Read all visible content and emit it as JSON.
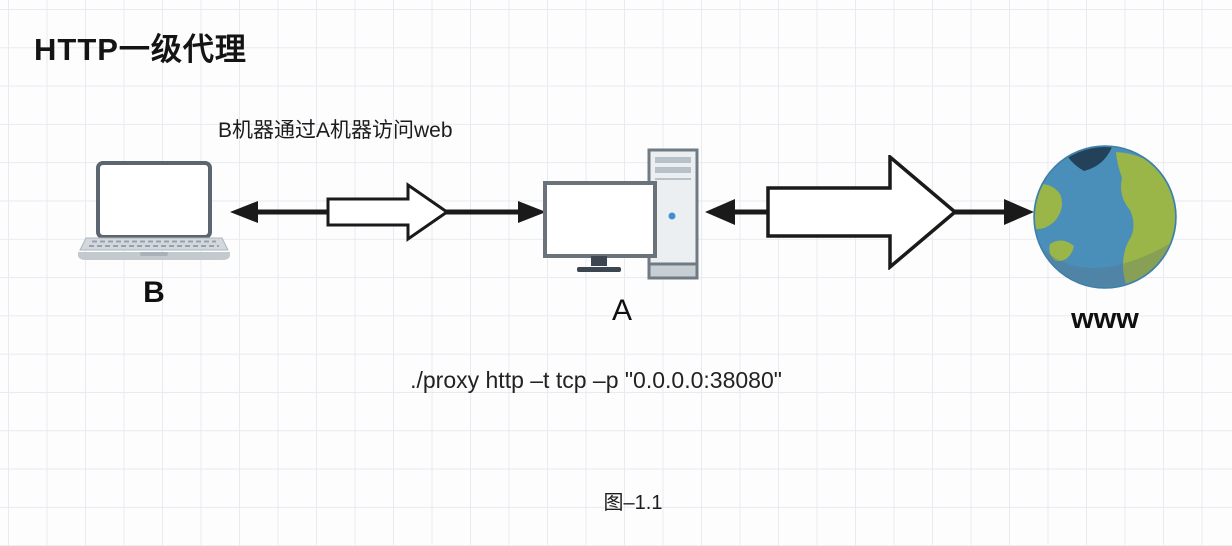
{
  "diagram": {
    "title": "HTTP一级代理",
    "subtitle": "B机器通过A机器访问web",
    "nodes": {
      "laptop": {
        "label": "B"
      },
      "server": {
        "label": "A"
      },
      "internet": {
        "label": "www"
      }
    },
    "command": "./proxy http –t tcp –p \"0.0.0.0:38080\"",
    "caption": "图–1.1"
  },
  "colors": {
    "grid_line": "#e7eaf0",
    "arrow": "#1a1a1a",
    "block_arrow_fill": "#ffffff",
    "globe_ocean": "#4a8fba",
    "globe_land": "#9ab648",
    "globe_dark_patch": "#23425a",
    "device_border": "#6a737c",
    "device_fill": "#eceff1",
    "power_led": "#3f8fd2"
  }
}
